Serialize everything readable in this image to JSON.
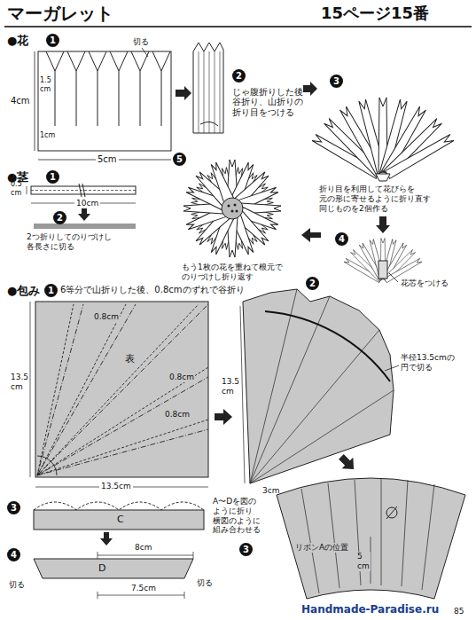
{
  "diagram": {
    "title": "マーガレット",
    "labels": [
      "15ページ15番",
      "●花",
      "1",
      "切る",
      "1.5 cm",
      "4cm",
      "1cm",
      "5cm",
      "2",
      "じゃ腹折りした後 谷折り、山折りの 折り目をつける",
      "3",
      "折り目を利用して花びらを 元の形に寄せるように折り直す 同じものを2個作る",
      "●茎",
      "1",
      "0.5 cm",
      "10cm",
      "5",
      "4",
      "2",
      "2つ折りしてのりづけし 各長さに切る",
      "花芯をつける",
      "もう1枚の花を重ねて根元で のりづけし折り返す",
      "●包み",
      "1",
      "6等分で山折りした後、0.8cmのずれで谷折り",
      "0.8cm",
      "2",
      "表",
      "0.8cm",
      "半径13.5cmの 円で切る",
      "13.5 cm",
      "13.5 cm",
      "0.8cm",
      "3cm",
      "13.5cm",
      "3",
      "C",
      "A〜Dを図の ように折り 横図のように 組み合わせる",
      "3",
      "リボンAの位置",
      "4",
      "8cm",
      "D",
      "5 cm",
      "切る",
      "切る",
      "7.5cm",
      "Handmade-Paradise.ru",
      "85"
    ]
  }
}
